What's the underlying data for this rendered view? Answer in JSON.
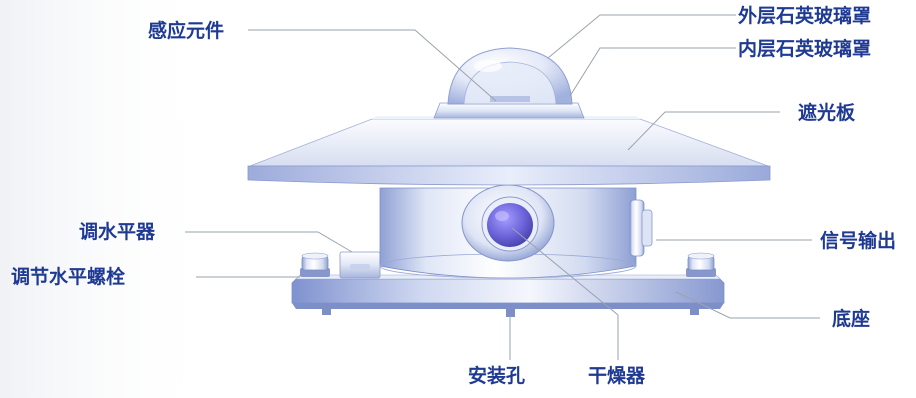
{
  "diagram": {
    "labels": {
      "sensing_element": "感应元件",
      "outer_quartz_dome": "外层石英玻璃罩",
      "inner_quartz_dome": "内层石英玻璃罩",
      "shade_plate": "遮光板",
      "leveling_bubble": "调水平器",
      "leveling_bolt": "调节水平螺栓",
      "signal_output": "信号输出",
      "base": "底座",
      "mounting_hole": "安装孔",
      "desiccant": "干燥器"
    },
    "colors": {
      "label_text": "#1f3a93",
      "leader_line": "#9aa3ad",
      "metal_light": "#f4f7fc",
      "metal_mid": "#c9d4ec",
      "metal_dark": "#8596c9",
      "desiccant": "#6b63d9"
    }
  }
}
